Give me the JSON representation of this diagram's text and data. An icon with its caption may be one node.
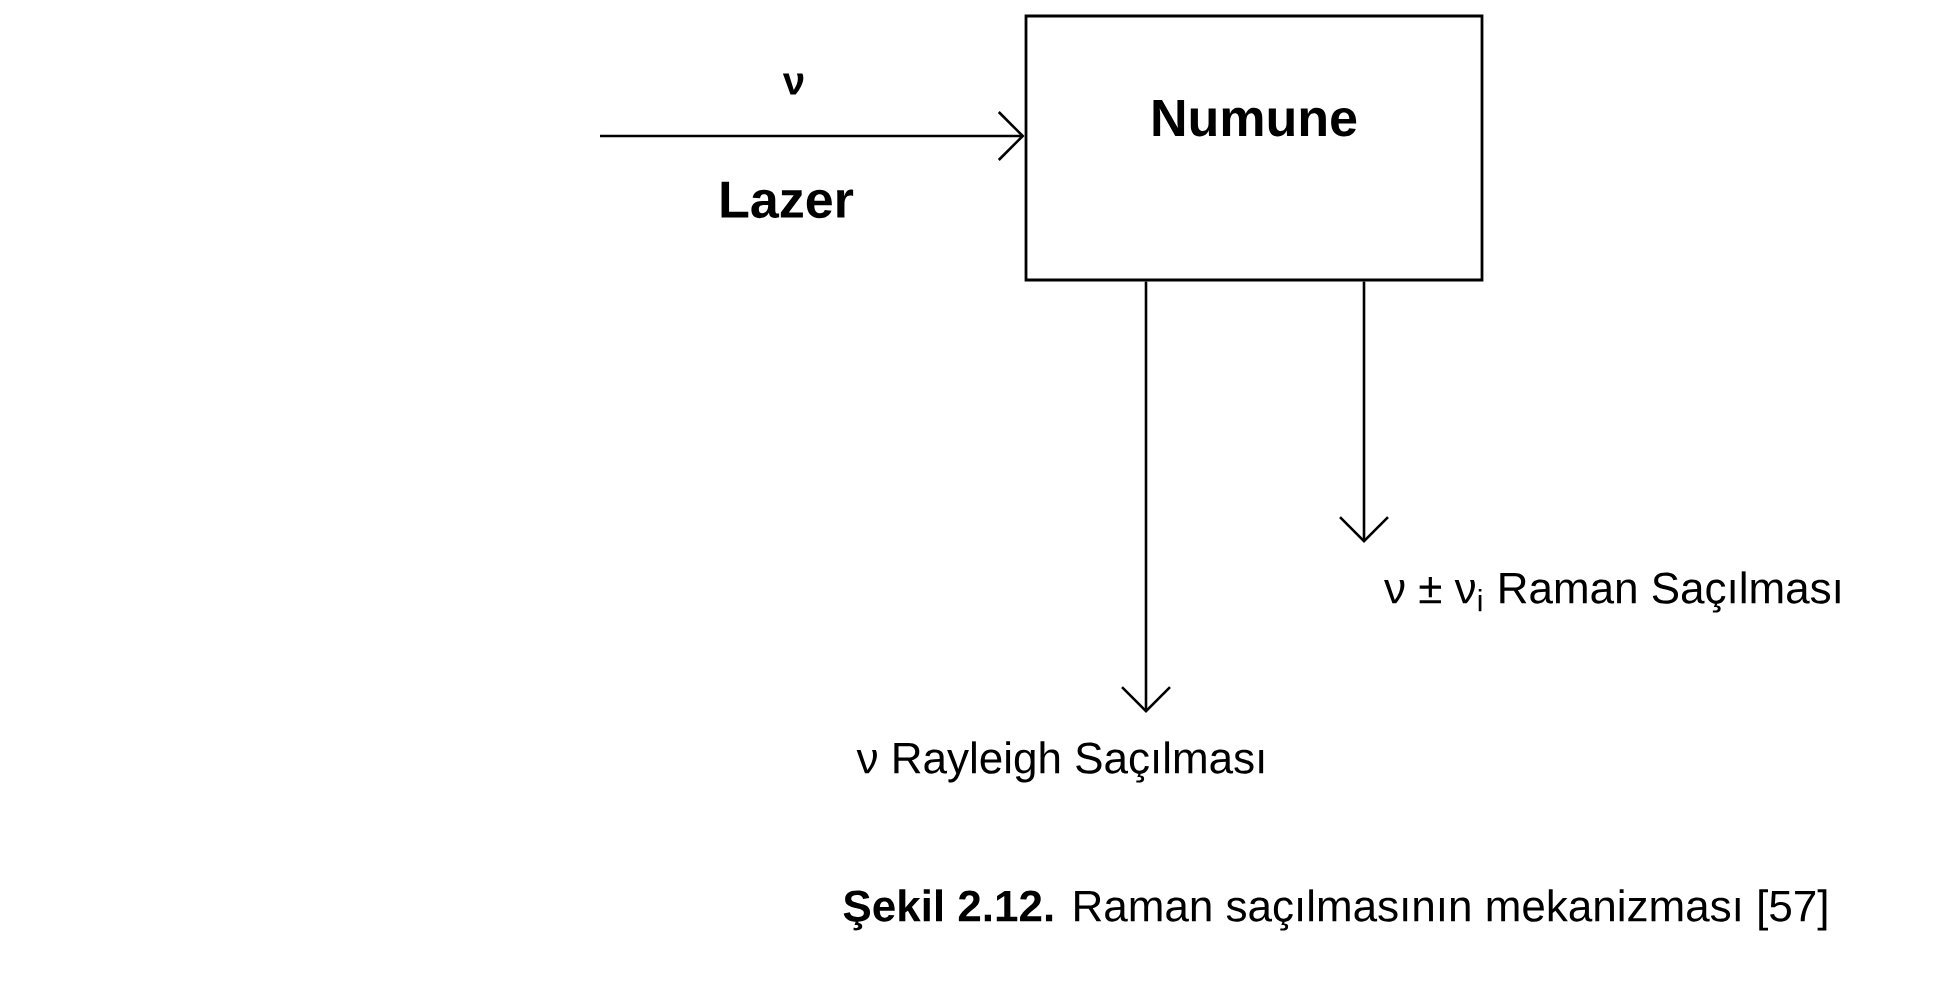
{
  "diagram": {
    "caption": "**Şekil 2.12.** Raman saçılmasının mekanizması [57]",
    "nodes": [
      {
        "text": [
          "Numune"
        ]
      },
      {
        "text": [
          "ν ± ν$_{i}$ Raman Saçılması"
        ]
      },
      {
        "text": [
          "ν Rayleigh Saçılması"
        ]
      }
    ],
    "edges": [
      {
        "from": null,
        "to": 0,
        "arrow": "to",
        "label": "ν"
      },
      {
        "from": 0,
        "to": 1,
        "arrow": "to"
      },
      {
        "from": 0,
        "to": 2,
        "arrow": "to"
      }
    ],
    "labels": [
      "Lazer"
    ]
  }
}
